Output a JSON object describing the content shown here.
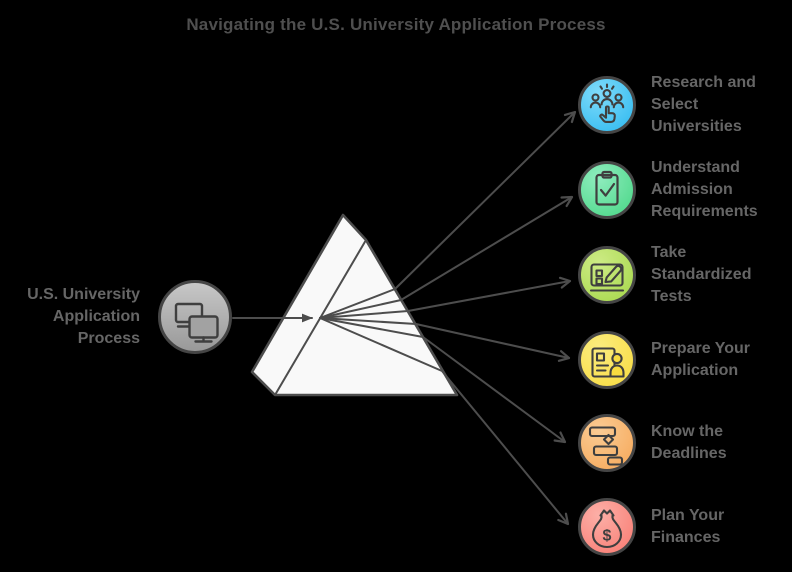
{
  "title": "Navigating the U.S. University Application Process",
  "source": {
    "label": "U.S. University\nApplication\nProcess",
    "icon": "dual-monitors-icon",
    "color": "#989898",
    "color_light": "#C8C8C8"
  },
  "prism": {
    "fill": "#F9F9F9"
  },
  "style": {
    "background": "#000000",
    "line_color": "#4D4D4D",
    "icon_border_color": "#454545",
    "glyph_color": "#3F3F3F",
    "label_color": "#666666",
    "title_color": "#4F4F4F"
  },
  "steps": [
    {
      "label": "Research and\nSelect\nUniversities",
      "icon": "select-people-icon",
      "color": "#2FB9F0",
      "color_light": "#7FDBFA"
    },
    {
      "label": "Understand\nAdmission\nRequirements",
      "icon": "clipboard-check-icon",
      "color": "#4AD787",
      "color_light": "#8FECBE"
    },
    {
      "label": "Take\nStandardized\nTests",
      "icon": "online-test-pencil-icon",
      "color": "#A6D84B",
      "color_light": "#CDEB85"
    },
    {
      "label": "Prepare Your\nApplication",
      "icon": "application-document-icon",
      "color": "#F8DC40",
      "color_light": "#FBEC7F"
    },
    {
      "label": "Know the\nDeadlines",
      "icon": "gantt-deadlines-icon",
      "color": "#F6A859",
      "color_light": "#FACB94"
    },
    {
      "label": "Plan Your\nFinances",
      "icon": "money-bag-icon",
      "color": "#F97B72",
      "color_light": "#FCAFA7"
    }
  ]
}
